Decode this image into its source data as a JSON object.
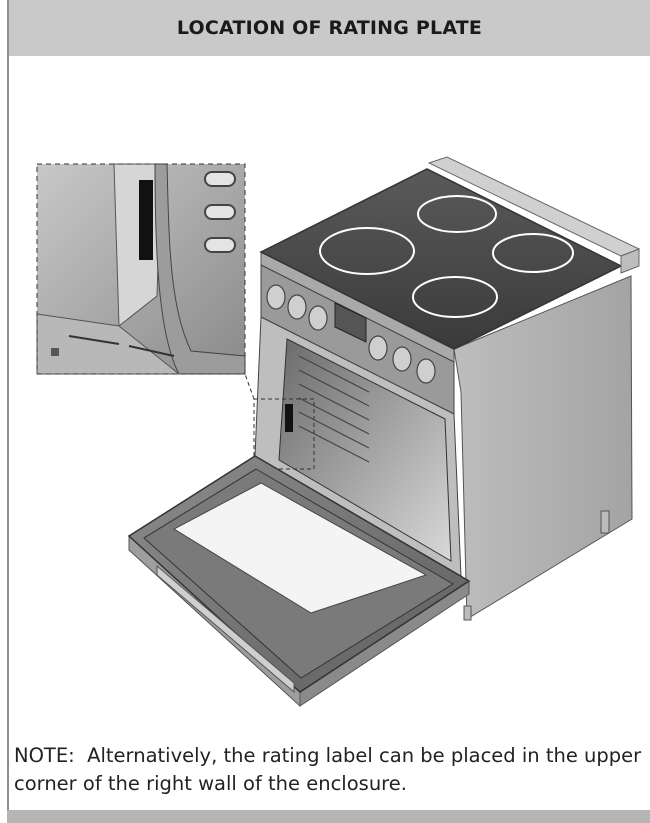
{
  "section": {
    "title": "LOCATION OF RATING PLATE"
  },
  "note": {
    "label": "NOTE:",
    "text": "Alternatively, the rating label can be placed in the upper corner of the right wall of the enclosure."
  }
}
